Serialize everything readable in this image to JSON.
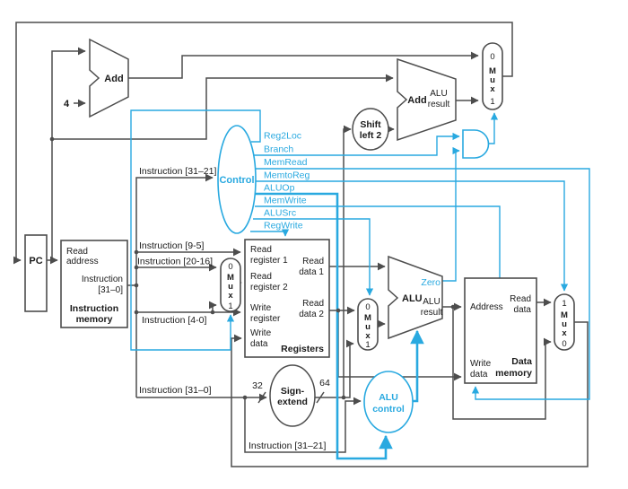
{
  "pc": {
    "label": "PC"
  },
  "instruction_memory": {
    "port_read_address": [
      "Read",
      "address"
    ],
    "port_instruction": [
      "Instruction",
      "[31–0]"
    ],
    "name": [
      "Instruction",
      "memory"
    ]
  },
  "registers": {
    "read_register_1": [
      "Read",
      "register 1"
    ],
    "read_register_2": [
      "Read",
      "register 2"
    ],
    "write_register": [
      "Write",
      "register"
    ],
    "write_data": [
      "Write",
      "data"
    ],
    "read_data_1": [
      "Read",
      "data 1"
    ],
    "read_data_2": [
      "Read",
      "data 2"
    ],
    "name": "Registers"
  },
  "data_memory": {
    "address": "Address",
    "read_data": [
      "Read",
      "data"
    ],
    "write_data": [
      "Write",
      "data"
    ],
    "name": [
      "Data",
      "memory"
    ]
  },
  "control": {
    "name": "Control",
    "signals": [
      "Reg2Loc",
      "Branch",
      "MemRead",
      "MemtoReg",
      "ALUOp",
      "MemWrite",
      "ALUSrc",
      "RegWrite"
    ]
  },
  "alu_control": {
    "name": [
      "ALU",
      "control"
    ]
  },
  "alu": {
    "label": "ALU",
    "zero": "Zero",
    "result": [
      "ALU",
      "result"
    ]
  },
  "adders": {
    "pc_add_label": "Add",
    "branch_add_label": "Add",
    "branch_add_result": [
      "ALU",
      "result"
    ]
  },
  "sign_extend": {
    "name": [
      "Sign-",
      "extend"
    ],
    "in_width": "32",
    "out_width": "64"
  },
  "shift_left": {
    "name": [
      "Shift",
      "left 2"
    ]
  },
  "mux": {
    "m": "M",
    "u": "u",
    "x": "x",
    "in0": "0",
    "in1": "1"
  },
  "constants": {
    "four": "4"
  },
  "instruction_fields": {
    "to_control": "Instruction [31–21]",
    "bits_9_5": "Instruction [9-5]",
    "bits_20_16": "Instruction [20-16]",
    "bits_4_0": "Instruction [4-0]",
    "bits_31_0": "Instruction [31–0]",
    "to_alu_control": "Instruction [31–21]"
  },
  "colors": {
    "control_accent": "#29A9E0",
    "wire": "#4d4d4d"
  }
}
